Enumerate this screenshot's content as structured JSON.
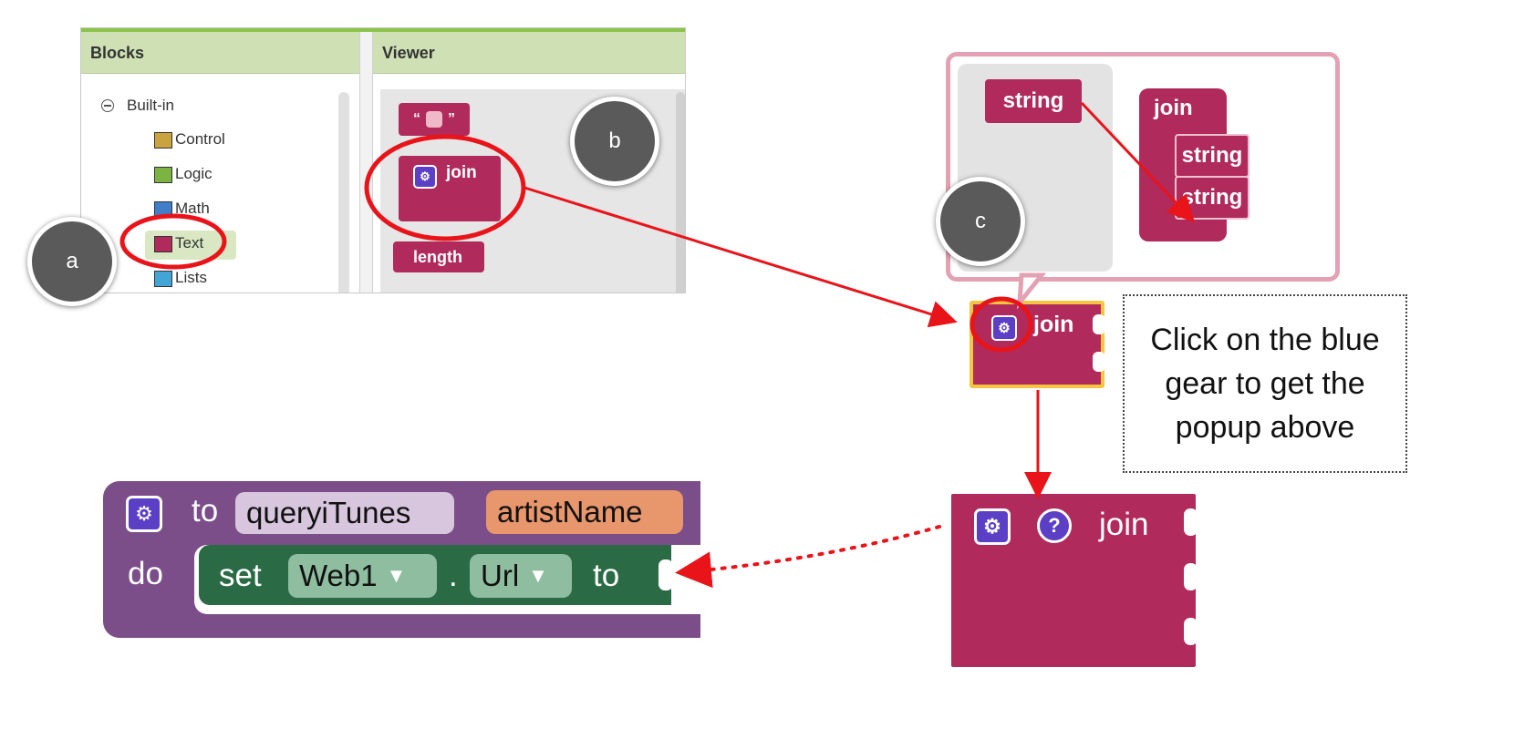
{
  "blocks_panel": {
    "header": "Blocks",
    "root": "Built-in",
    "categories": [
      {
        "label": "Control",
        "color": "#c9a33f"
      },
      {
        "label": "Logic",
        "color": "#7cb342"
      },
      {
        "label": "Math",
        "color": "#3f7fc8"
      },
      {
        "label": "Text",
        "color": "#b02a5b"
      },
      {
        "label": "Lists",
        "color": "#42a5d6"
      }
    ]
  },
  "viewer_panel": {
    "header": "Viewer",
    "text_block_quote_open": "“",
    "text_block_quote_close": "”",
    "join_label": "join",
    "length_label": "length"
  },
  "callouts": {
    "a": "a",
    "b": "b",
    "c": "c"
  },
  "popup": {
    "string_label": "string",
    "join_label": "join",
    "item1": "string",
    "item2": "string"
  },
  "join_selected_label": "join",
  "note": "Click on the blue gear to get the popup above",
  "procedure": {
    "to_label": "to",
    "name": "queryiTunes",
    "param": "artistName",
    "do_label": "do",
    "set_label": "set",
    "component": "Web1",
    "dot": ".",
    "property": "Url",
    "to2_label": "to"
  },
  "join_expanded": {
    "label": "join",
    "help": "?"
  },
  "colors": {
    "text_block": "#b02a5b",
    "gear": "#5b3fc4",
    "procedure": "#7b4e8a",
    "setter": "#2a6b45",
    "highlight": "#e8141a",
    "selection": "#f5c542"
  }
}
